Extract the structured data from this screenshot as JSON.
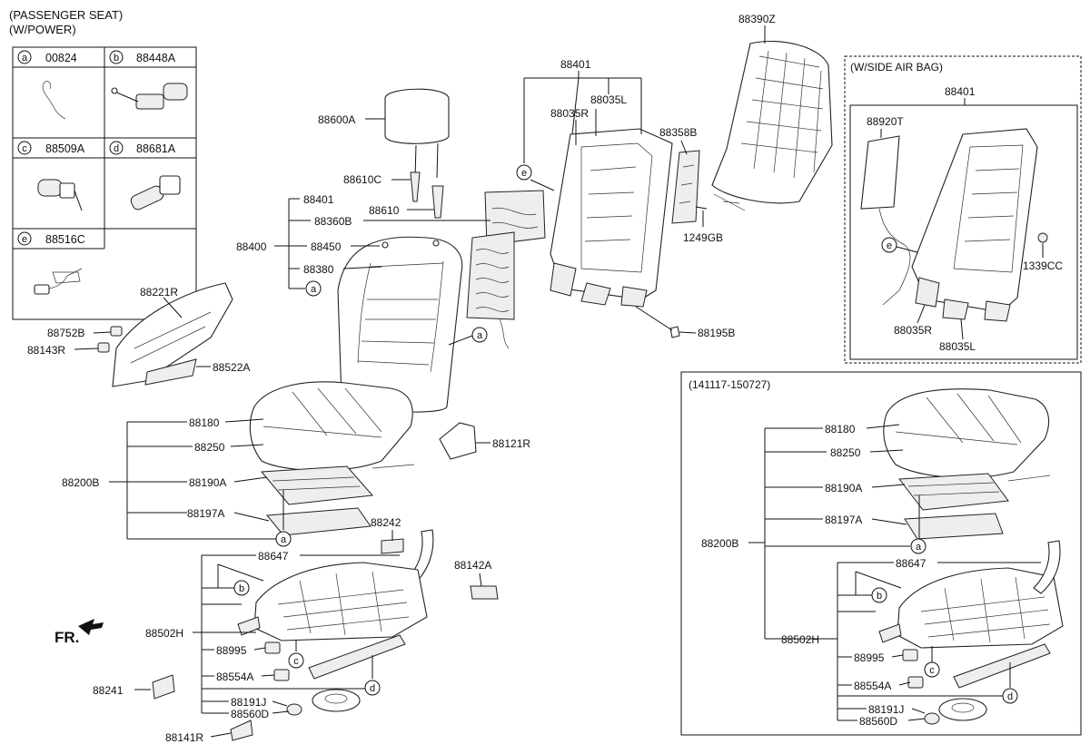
{
  "header": {
    "line1": "(PASSENGER SEAT)",
    "line2": "(W/POWER)"
  },
  "legend": [
    {
      "letter": "a",
      "part": "00824"
    },
    {
      "letter": "b",
      "part": "88448A"
    },
    {
      "letter": "c",
      "part": "88509A"
    },
    {
      "letter": "d",
      "part": "88681A"
    },
    {
      "letter": "e",
      "part": "88516C"
    }
  ],
  "main_labels": {
    "l88390Z": "88390Z",
    "l88401_top": "88401",
    "l88035L": "88035L",
    "l88035R": "88035R",
    "l88358B": "88358B",
    "l1249GB": "1249GB",
    "l88195B": "88195B",
    "l88600A": "88600A",
    "l88610C": "88610C",
    "l88610": "88610",
    "l88401": "88401",
    "l88360B": "88360B",
    "l88400": "88400",
    "l88450": "88450",
    "l88380": "88380",
    "l88221R": "88221R",
    "l88752B": "88752B",
    "l88143R": "88143R",
    "l88522A": "88522A",
    "l88180": "88180",
    "l88250": "88250",
    "l88200B": "88200B",
    "l88190A": "88190A",
    "l88197A": "88197A",
    "l88121R": "88121R",
    "l88242": "88242",
    "l88647": "88647",
    "l88142A": "88142A",
    "l88502H": "88502H",
    "l88995": "88995",
    "l88554A": "88554A",
    "l88241": "88241",
    "l88191J": "88191J",
    "l88560D": "88560D",
    "l88141R": "88141R",
    "fr": "FR."
  },
  "airbag_panel": {
    "title": "(W/SIDE AIR BAG)",
    "l88401": "88401",
    "l88920T": "88920T",
    "l1339CC": "1339CC",
    "l88035R": "88035R",
    "l88035L": "88035L"
  },
  "date_panel": {
    "title": "(141117-150727)",
    "l88180": "88180",
    "l88250": "88250",
    "l88190A": "88190A",
    "l88197A": "88197A",
    "l88200B": "88200B",
    "l88647": "88647",
    "l88502H": "88502H",
    "l88995": "88995",
    "l88554A": "88554A",
    "l88191J": "88191J",
    "l88560D": "88560D"
  },
  "callout_letters": {
    "a": "a",
    "b": "b",
    "c": "c",
    "d": "d",
    "e": "e"
  }
}
